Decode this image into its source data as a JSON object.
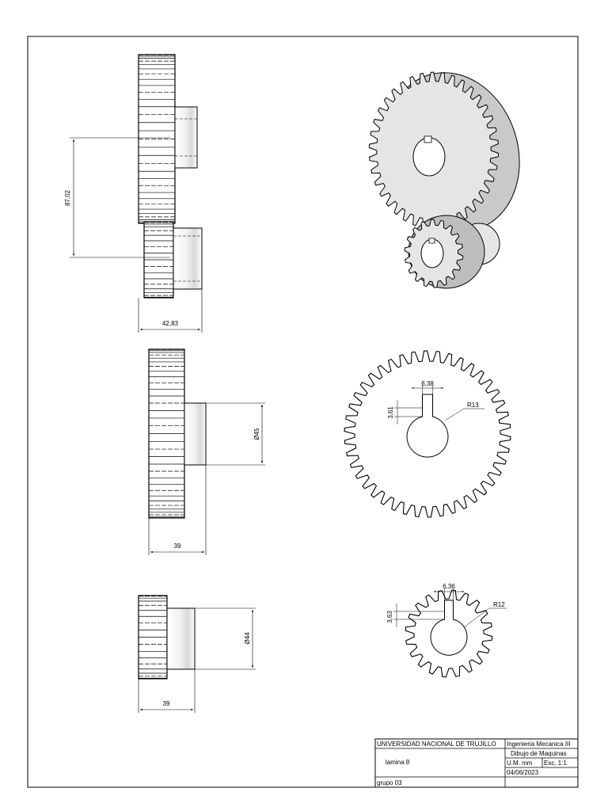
{
  "dimensions": {
    "center_distance": "87,02",
    "assembly_width": "42,83",
    "large_hub_diameter": "Ø45",
    "large_width": "39",
    "small_hub_diameter": "Ø44",
    "small_width": "39",
    "large_keyway_width": "6,38",
    "large_keyway_depth": "3,61",
    "large_bore_radius": "R13",
    "small_keyway_width": "6,36",
    "small_keyway_depth": "3,63",
    "small_bore_radius": "R12"
  },
  "title_block": {
    "institution": "UNIVERSIDAD NACIONAL DE TRUJILLO",
    "program": "Ingenieria Mecanica III",
    "course": "Dibujo de Maquinas",
    "units": "U.M.   mm",
    "scale": "Esc. 1:1",
    "date": "04/06/2023",
    "sheet": "lamina 8",
    "group": "grupo 03"
  },
  "gears": {
    "large_teeth": 42,
    "small_teeth": 20
  }
}
